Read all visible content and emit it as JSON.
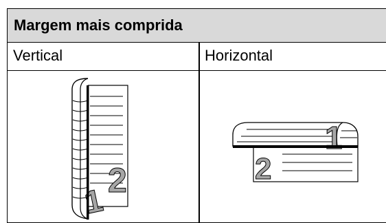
{
  "table": {
    "header": "Margem mais comprida",
    "columns": [
      {
        "label": "Vertical",
        "illustration": "vertical-long-edge-binding"
      },
      {
        "label": "Horizontal",
        "illustration": "horizontal-long-edge-binding"
      }
    ]
  },
  "illustrations": {
    "page_front_number": "1",
    "page_back_number": "2",
    "number_color": "#a6a6a6"
  }
}
